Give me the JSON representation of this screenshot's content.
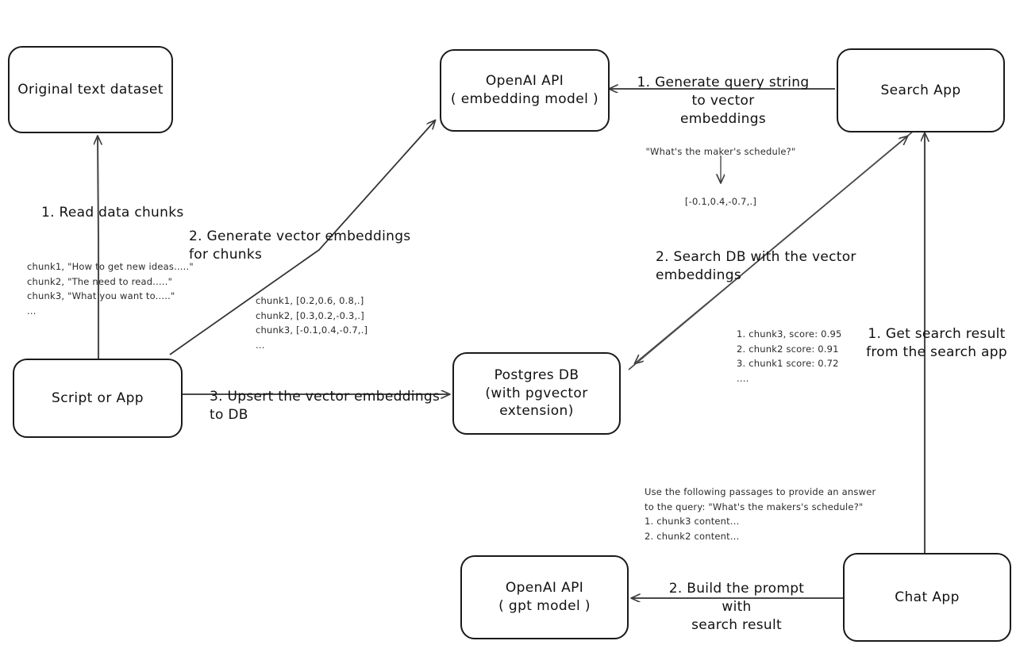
{
  "diagram": {
    "title": "Vector search RAG architecture",
    "stroke_color": "#1a1a1a",
    "text_color": "#111111",
    "note_color": "#2b2b2b",
    "background": "#ffffff"
  },
  "nodes": {
    "original_dataset": {
      "line1": "Original text dataset",
      "line2": ""
    },
    "script_or_app": {
      "line1": "Script or App",
      "line2": ""
    },
    "openai_embedding": {
      "line1": "OpenAI API",
      "line2": "( embedding model )"
    },
    "postgres_db": {
      "line1": "Postgres DB",
      "line2": "(with pgvector extension)"
    },
    "search_app": {
      "line1": "Search App",
      "line2": ""
    },
    "chat_app": {
      "line1": "Chat App",
      "line2": ""
    },
    "openai_gpt": {
      "line1": "OpenAI API",
      "line2": "( gpt model )"
    }
  },
  "edge_labels": {
    "read_data_chunks": "1. Read data chunks",
    "generate_vector_embeddings": "2. Generate vector embeddings for chunks",
    "upsert_to_db": "3. Upsert the vector embeddings  to DB",
    "generate_query_embeddings": "1. Generate query string to vector\nembeddings",
    "search_db": "2. Search DB with the vector embeddings",
    "get_search_result": "1. Get search result\nfrom the search app",
    "build_prompt": "2. Build the prompt with\nsearch result"
  },
  "notes": {
    "chunks_text": "chunk1, \"How to get new ideas.....\"\nchunk2, \"The need to read.....\"\nchunk3, \"What you want to.....\"\n...",
    "chunk_vectors": "chunk1, [0.2,0.6, 0.8,.]\nchunk2, [0.3,0.2,-0.3,.]\nchunk3, [-0.1,0.4,-0.7,.]\n...",
    "query_string": "\"What's the maker's schedule?\"",
    "query_vector": "[-0.1,0.4,-0.7,.]",
    "search_results": "1. chunk3, score: 0.95\n2. chunk2 score: 0.91\n3. chunk1 score: 0.72\n....",
    "prompt_text": "Use the following passages to provide an answer\nto the query: \"What's the makers's schedule?\"\n1. chunk3 content...\n2. chunk2 content..."
  }
}
